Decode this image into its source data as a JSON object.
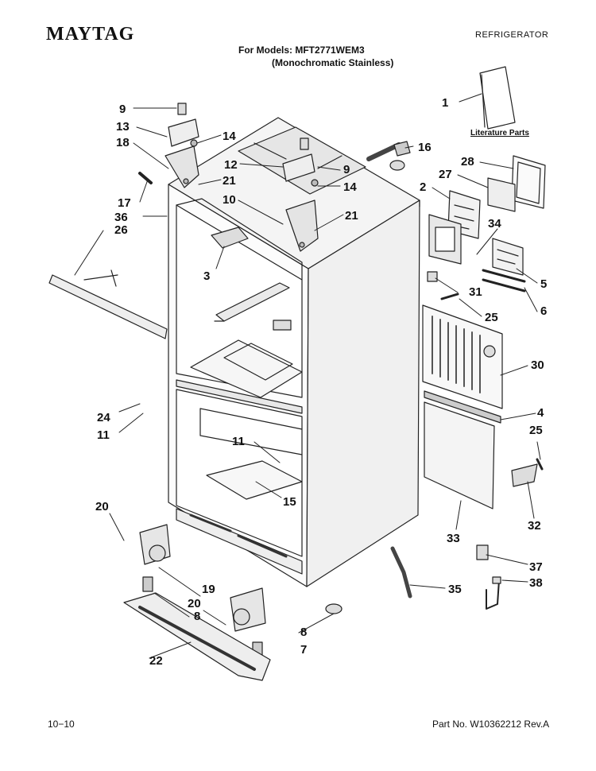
{
  "header": {
    "brand": "MAYTAG",
    "category": "REFRIGERATOR",
    "models_line1": "For Models: MFT2771WEM3",
    "models_line2": "(Monochromatic Stainless)"
  },
  "literature_label": "Literature Parts",
  "callouts": [
    {
      "id": "c9a",
      "text": "9"
    },
    {
      "id": "c13",
      "text": "13"
    },
    {
      "id": "c18",
      "text": "18"
    },
    {
      "id": "c14a",
      "text": "14"
    },
    {
      "id": "c12",
      "text": "12"
    },
    {
      "id": "c21a",
      "text": "21"
    },
    {
      "id": "c9b",
      "text": "9"
    },
    {
      "id": "c14b",
      "text": "14"
    },
    {
      "id": "c16",
      "text": "16"
    },
    {
      "id": "c1",
      "text": "1"
    },
    {
      "id": "c28",
      "text": "28"
    },
    {
      "id": "c27",
      "text": "27"
    },
    {
      "id": "c2",
      "text": "2"
    },
    {
      "id": "c17",
      "text": "17"
    },
    {
      "id": "c36",
      "text": "36"
    },
    {
      "id": "c26",
      "text": "26"
    },
    {
      "id": "c10",
      "text": "10"
    },
    {
      "id": "c21b",
      "text": "21"
    },
    {
      "id": "c34",
      "text": "34"
    },
    {
      "id": "c3",
      "text": "3"
    },
    {
      "id": "c5",
      "text": "5"
    },
    {
      "id": "c31",
      "text": "31"
    },
    {
      "id": "c6",
      "text": "6"
    },
    {
      "id": "c25a",
      "text": "25"
    },
    {
      "id": "c30",
      "text": "30"
    },
    {
      "id": "c24",
      "text": "24"
    },
    {
      "id": "c11a",
      "text": "11"
    },
    {
      "id": "c4",
      "text": "4"
    },
    {
      "id": "c25b",
      "text": "25"
    },
    {
      "id": "c11b",
      "text": "11"
    },
    {
      "id": "c15",
      "text": "15"
    },
    {
      "id": "c20a",
      "text": "20"
    },
    {
      "id": "c32",
      "text": "32"
    },
    {
      "id": "c33",
      "text": "33"
    },
    {
      "id": "c19",
      "text": "19"
    },
    {
      "id": "c20b",
      "text": "20"
    },
    {
      "id": "c8a",
      "text": "8"
    },
    {
      "id": "c35",
      "text": "35"
    },
    {
      "id": "c37",
      "text": "37"
    },
    {
      "id": "c38",
      "text": "38"
    },
    {
      "id": "c8b",
      "text": "8"
    },
    {
      "id": "c7",
      "text": "7"
    },
    {
      "id": "c22",
      "text": "22"
    }
  ],
  "footer": {
    "date": "10−10",
    "part_no": "Part No. W10362212 Rev.A"
  }
}
